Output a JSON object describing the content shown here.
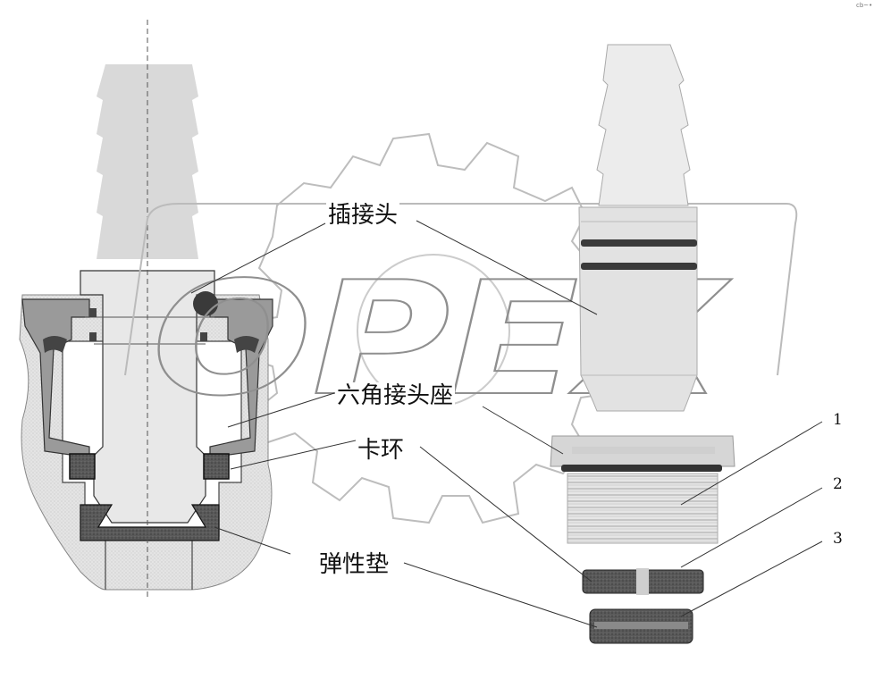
{
  "watermark": {
    "text": "OPEX"
  },
  "labels": {
    "plug": "插接头",
    "hex_seat": "六角接头座",
    "snap_ring": "卡环",
    "gasket": "弹性垫"
  },
  "parts": [
    "1",
    "2",
    "3"
  ],
  "corner_mark": "cb~•"
}
